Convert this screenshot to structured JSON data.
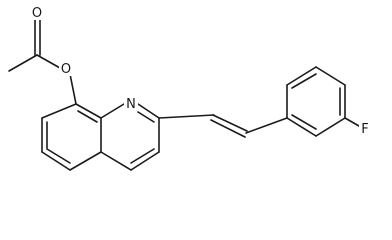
{
  "molecule": {
    "atoms": {
      "carbonyl_oxygen": "O",
      "ester_oxygen": "O",
      "ring_nitrogen": "N",
      "fluorine": "F"
    },
    "bond_color": "#1a1a1a",
    "background": "#ffffff"
  }
}
